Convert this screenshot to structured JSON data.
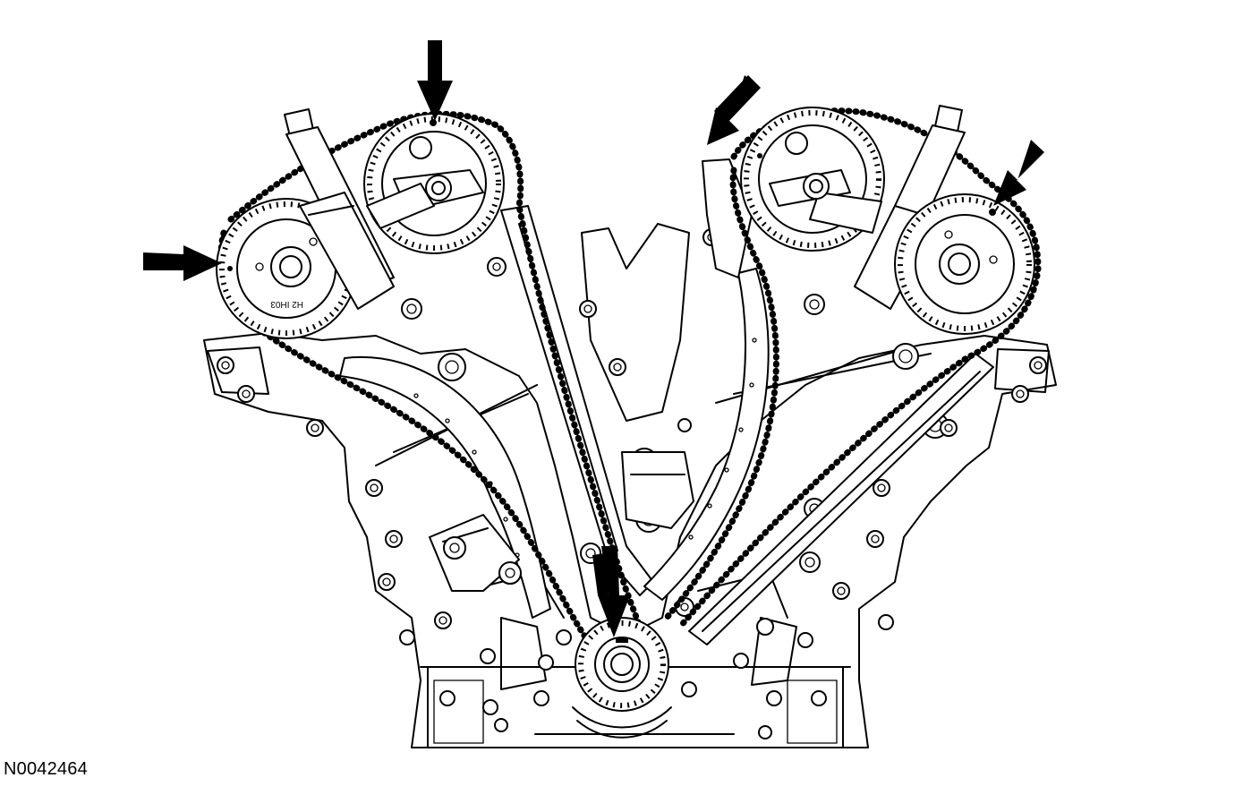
{
  "figure": {
    "id_label": "N0042464",
    "ink_color": "#000000",
    "background_color": "#ffffff",
    "cam_sprocket_stamp": "H2 IH03"
  },
  "callouts": [
    {
      "name": "arrow-lh-intake-cam-timing-mark",
      "target": "left intake camshaft sprocket timing mark"
    },
    {
      "name": "arrow-lh-exhaust-cam-timing-mark",
      "target": "left exhaust camshaft sprocket timing mark"
    },
    {
      "name": "arrow-rh-chain-guide",
      "target": "right-hand timing chain area"
    },
    {
      "name": "arrow-rh-exhaust-cam-timing-mark",
      "target": "right exhaust camshaft sprocket timing mark"
    },
    {
      "name": "arrow-crankshaft-timing-mark",
      "target": "crankshaft sprocket timing mark"
    }
  ]
}
